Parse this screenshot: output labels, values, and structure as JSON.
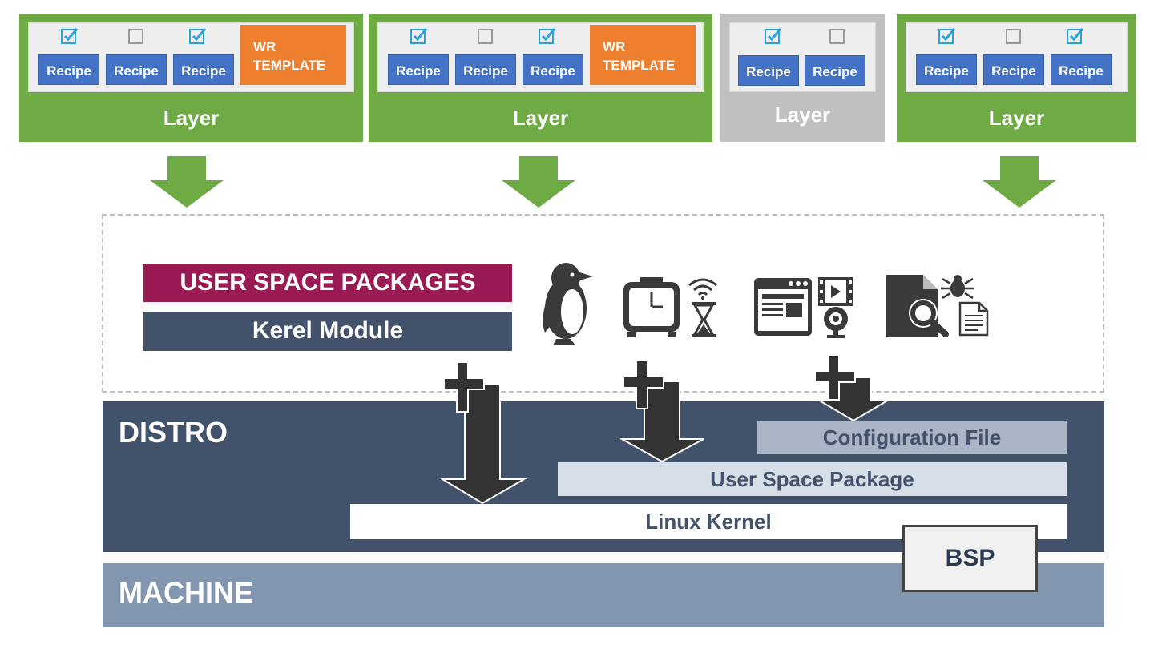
{
  "layers": [
    {
      "label": "Layer",
      "recipe": "Recipe",
      "wr_line1": "WR",
      "wr_line2": "TEMPLATE"
    },
    {
      "label": "Layer",
      "recipe": "Recipe",
      "wr_line1": "WR",
      "wr_line2": "TEMPLATE"
    },
    {
      "label": "Layer",
      "recipe": "Recipe"
    },
    {
      "label": "Layer",
      "recipe": "Recipe"
    }
  ],
  "colors": {
    "layer_green": "#6eab44",
    "layer_disabled": "#c0c0c0",
    "recipe_blue": "#4472c4",
    "wr_orange": "#ee7f2e",
    "user_space_magenta": "#9a1b53",
    "navy": "#42526b",
    "machine_blue": "#8296b0",
    "check_cyan": "#29a3d9"
  },
  "packages": {
    "user_space": "USER SPACE PACKAGES",
    "kernel_module": "Kerel Module"
  },
  "icons": [
    "penguin-icon",
    "alarm-clock-icon",
    "wifi-icon",
    "hourglass-icon",
    "browser-window-icon",
    "video-icon",
    "webcam-icon",
    "document-search-icon",
    "bug-icon",
    "file-icon"
  ],
  "distro": {
    "label": "DISTRO",
    "configuration_file": "Configuration File",
    "user_space_package": "User Space Package",
    "linux_kernel": "Linux Kernel"
  },
  "machine": {
    "label": "MACHINE",
    "bsp": "BSP"
  }
}
